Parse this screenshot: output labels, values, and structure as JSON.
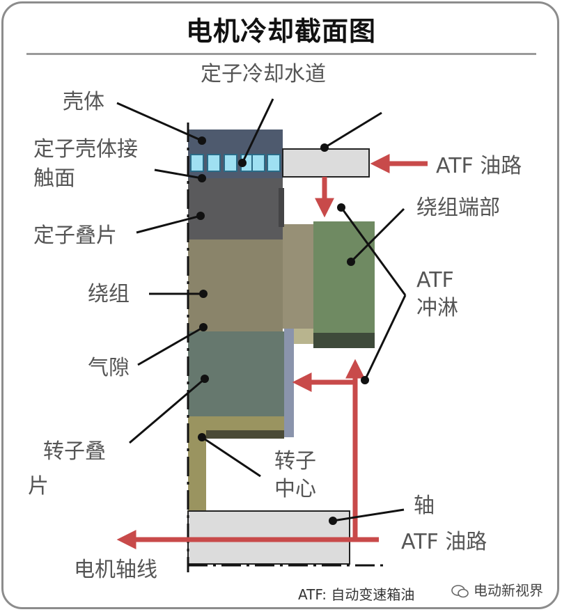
{
  "title": "电机冷却截面图",
  "labels": {
    "stator_cooling_channel": "定子冷却水道",
    "housing": "壳体",
    "stator_housing_interface_line1": "定子壳体接",
    "stator_housing_interface_line2": "触面",
    "stator_lamination": "定子叠片",
    "winding": "绕组",
    "air_gap": "气隙",
    "rotor_lamination_line1": "转子叠",
    "rotor_lamination_line2": "片",
    "rotor_center_line1": "转子",
    "rotor_center_line2": "中心",
    "shaft": "轴",
    "motor_axis": "电机轴线",
    "atf_path_top": "ATF 油路",
    "atf_path_bottom": "ATF 油路",
    "winding_end": "绕组端部",
    "atf_spray_line1": "ATF",
    "atf_spray_line2": "冲淋"
  },
  "footnote": "ATF: 自动变速箱油",
  "watermark": "电动新视界",
  "colors": {
    "housing": "#4e5a6e",
    "cooling_channel": "#9fe0f2",
    "stator_lamination": "#5a5a5c",
    "winding": "#8a846a",
    "rotor_lamination": "#66786e",
    "rotor_center": "#9a9460",
    "winding_end": "#6f8a62",
    "oil_arrow": "#c84a4a",
    "pipe": "#dcdcdc"
  }
}
